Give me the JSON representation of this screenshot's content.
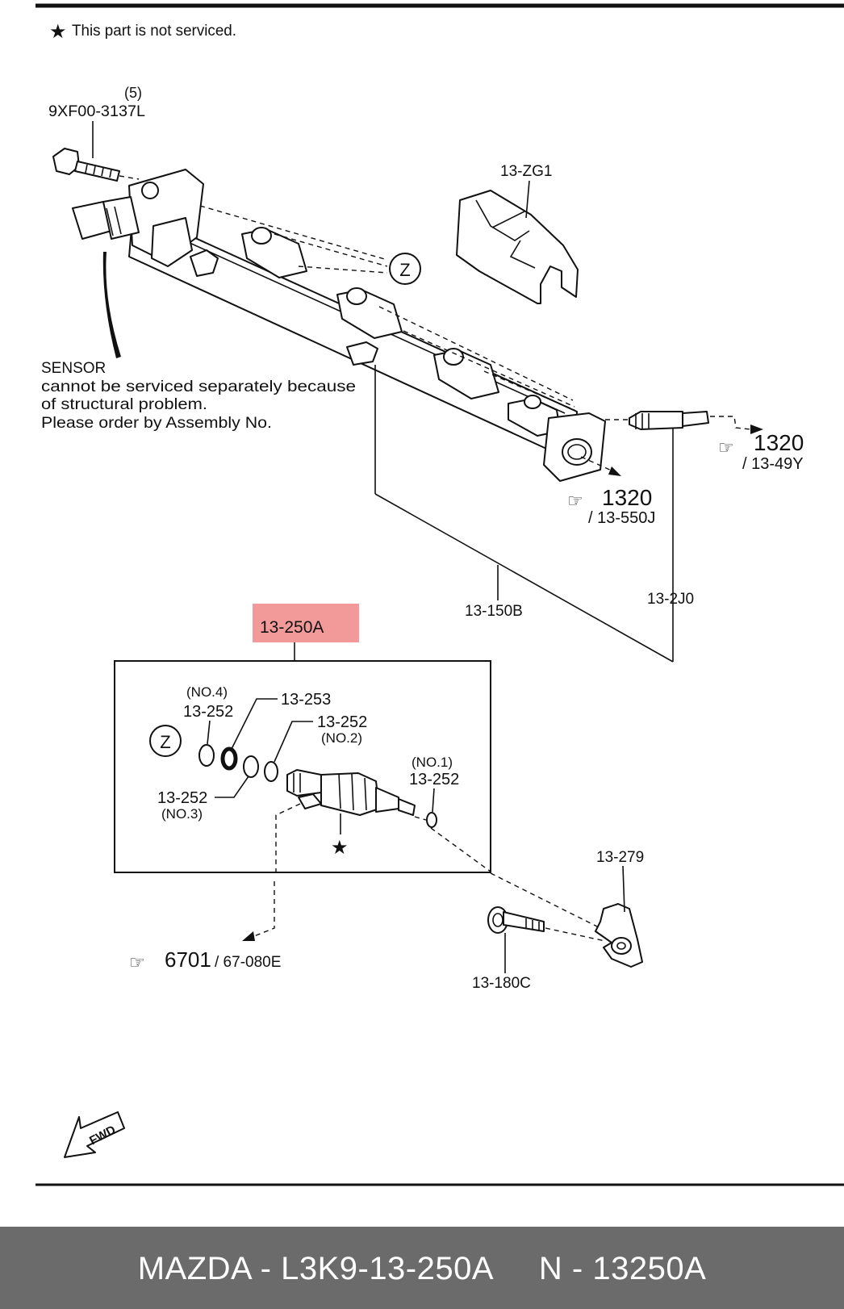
{
  "notes": {
    "not_serviced": "This part is not serviced.",
    "sensor_title": "SENSOR",
    "sensor_line1": "cannot be serviced separately because",
    "sensor_line2": "of structural problem.",
    "sensor_line3": "Please order by Assembly No."
  },
  "labels": {
    "bolt_qty": "(5)",
    "bolt_part": "9XF00-3137L",
    "cover": "13-ZG1",
    "ref_z_top": "Z",
    "ref_z_box": "Z",
    "ref_1320_right": "1320",
    "ref_1320_right_sub": "/ 13-49Y",
    "ref_1320_mid": "1320",
    "ref_1320_mid_sub": "/ 13-550J",
    "rail": "13-150B",
    "connector": "13-2J0",
    "injector_assembly": "13-250A",
    "oring_no4_note": "(NO.4)",
    "oring_no4": "13-252",
    "seal_253": "13-253",
    "oring_no2": "13-252",
    "oring_no2_note": "(NO.2)",
    "oring_no1_note": "(NO.1)",
    "oring_no1": "13-252",
    "oring_no3": "13-252",
    "oring_no3_note": "(NO.3)",
    "ref_6701": "6701",
    "ref_6701_sub": "/ 67-080E",
    "bracket": "13-279",
    "bracket_bolt": "13-180C",
    "fwd": "FWD"
  },
  "highlight": {
    "color": "#f29a9a"
  },
  "footer": {
    "text": "MAZDA - L3K9-13-250A     N - 13250A",
    "background": "#6b6b6b"
  }
}
